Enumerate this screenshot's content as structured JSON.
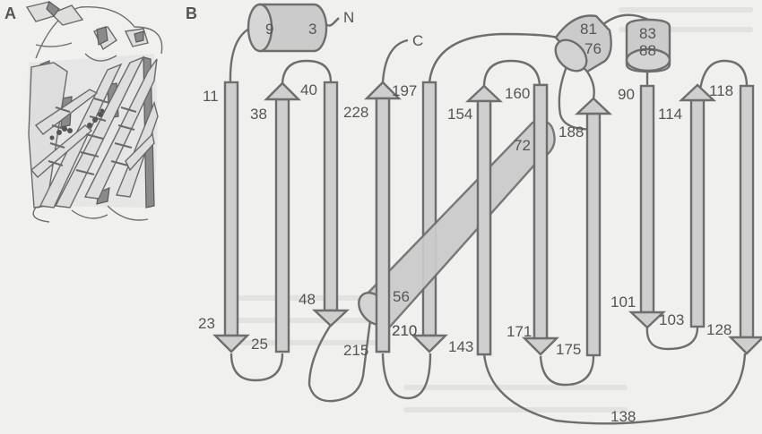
{
  "figure": {
    "panels": [
      {
        "id": "A",
        "label": "A",
        "content": "GFP beta-barrel ribbon structure"
      },
      {
        "id": "B",
        "label": "B",
        "content": "Topology diagram"
      }
    ],
    "termini": {
      "n": "N",
      "c": "C"
    },
    "helices": [
      {
        "id": "h1",
        "labels": [
          "9",
          "3"
        ]
      },
      {
        "id": "h2",
        "labels": [
          "56",
          "72"
        ]
      },
      {
        "id": "h3",
        "labels": [
          "81",
          "76"
        ]
      },
      {
        "id": "h4",
        "labels": [
          "83",
          "88"
        ]
      }
    ],
    "strands": [
      {
        "id": "s1",
        "start": "11",
        "end": "23",
        "direction": "down"
      },
      {
        "id": "s2",
        "start": "25",
        "end": "38",
        "direction": "up"
      },
      {
        "id": "s3",
        "start": "40",
        "end": "48",
        "direction": "down"
      },
      {
        "id": "s4",
        "start": "90",
        "end": "101",
        "direction": "down"
      },
      {
        "id": "s5",
        "start": "103",
        "end": "114",
        "direction": "up"
      },
      {
        "id": "s6",
        "start": "118",
        "end": "128",
        "direction": "down"
      },
      {
        "id": "s7",
        "start": "143",
        "end": "154",
        "direction": "up"
      },
      {
        "id": "s8",
        "start": "160",
        "end": "171",
        "direction": "down"
      },
      {
        "id": "s9",
        "start": "175",
        "end": "188",
        "direction": "up"
      },
      {
        "id": "s10",
        "start": "197",
        "end": "210",
        "direction": "down"
      },
      {
        "id": "s11",
        "start": "215",
        "end": "228",
        "direction": "up"
      }
    ],
    "loop_labels": {
      "long_loop": "138"
    }
  }
}
